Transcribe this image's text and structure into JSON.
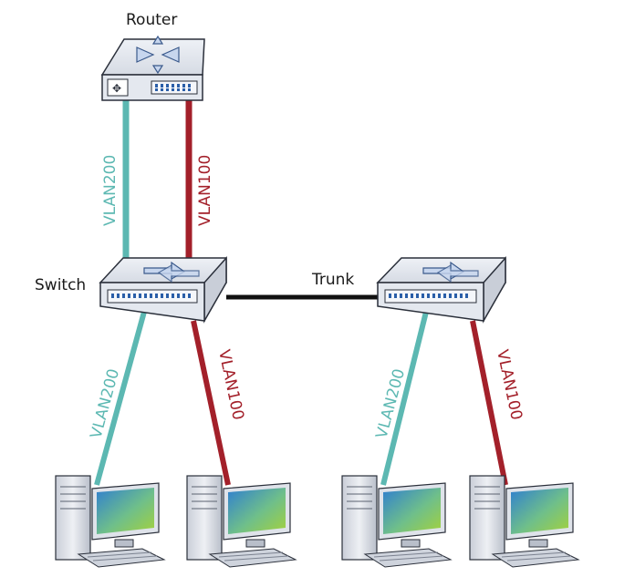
{
  "labels": {
    "router": "Router",
    "switch": "Switch",
    "trunk": "Trunk"
  },
  "links": {
    "router_vlan_a": "VLAN200",
    "router_vlan_b": "VLAN100",
    "sw1_pc1": "VLAN200",
    "sw1_pc2": "VLAN100",
    "sw2_pc3": "VLAN200",
    "sw2_pc4": "VLAN100"
  },
  "colors": {
    "vlan200": "#5cb8b2",
    "vlan100": "#a3202a",
    "trunk": "#111111",
    "device_gray": "#dfe3ea",
    "screen_blue": "#3a8ad0",
    "screen_green": "#8cc63e"
  },
  "icons": {
    "router": "router-icon",
    "switch": "switch-icon",
    "pc": "desktop-computer-icon"
  }
}
